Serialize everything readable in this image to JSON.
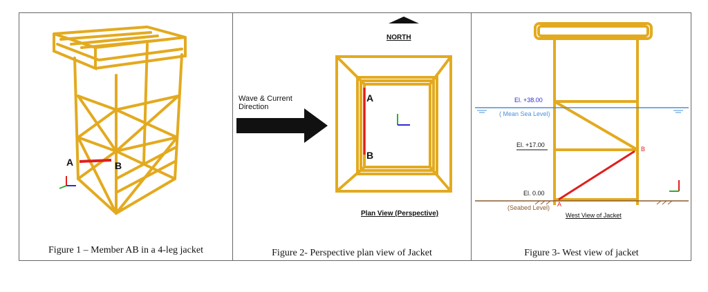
{
  "figure1": {
    "caption": "Figure 1 – Member AB in a 4-leg jacket",
    "label_a": "A",
    "label_b": "B"
  },
  "figure2": {
    "caption": "Figure 2- Perspective plan view of Jacket",
    "north_label": "NORTH",
    "wave_label_line1": "Wave & Current",
    "wave_label_line2": "Direction",
    "plan_view_label": "Plan View (Perspective)",
    "label_a": "A",
    "label_b": "B"
  },
  "figure3": {
    "caption": "Figure 3- West view of jacket",
    "elev_top": "El. +38.00",
    "msl": "( Mean Sea Level)",
    "elev_mid": "El. +17.00",
    "elev_bottom": "El.  0.00",
    "seabed": "(Seabed Level)",
    "west_view_label": "West View of Jacket",
    "label_a": "A",
    "label_b": "B"
  },
  "colors": {
    "member": "#e3aa1f",
    "member_outline": "#b37f10",
    "highlight": "#e01e1e",
    "water": "#4a90d9",
    "seabed": "#8a5a2b",
    "elev_blue": "#2b2bd6"
  }
}
